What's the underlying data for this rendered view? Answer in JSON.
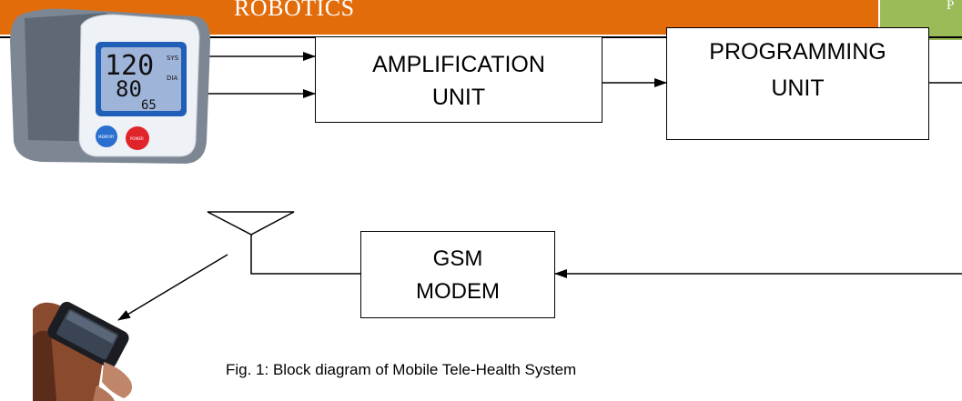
{
  "header": {
    "title": "ROBOTICS",
    "tab_text": "P",
    "band_color": "#e36c0a",
    "tab_color": "#9bbb59"
  },
  "diagram": {
    "amplification_line1": "AMPLIFICATION",
    "amplification_line2": "UNIT",
    "programming_line1": "PROGRAMMING",
    "programming_line2": "UNIT",
    "gsm_line1": "GSM",
    "gsm_line2": "MODEM"
  },
  "device_display": {
    "systolic": "120",
    "diastolic": "80",
    "pulse": "65",
    "sys_label": "SYS",
    "dia_label": "DIA",
    "memory_button": "MEMORY",
    "power_button": "POWER"
  },
  "caption": "Fig. 1: Block diagram of Mobile Tele-Health System",
  "icons": [
    "blood-pressure-monitor-icon",
    "antenna-icon",
    "mobile-phone-icon"
  ]
}
